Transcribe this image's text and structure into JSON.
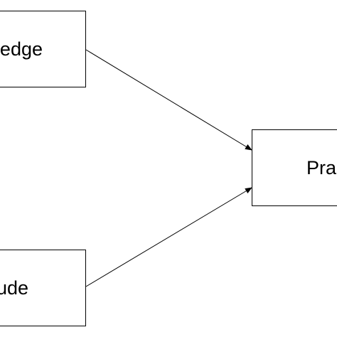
{
  "diagram": {
    "nodes": [
      {
        "id": "knowledge",
        "label": "edge"
      },
      {
        "id": "attitude",
        "label": "ude"
      },
      {
        "id": "practice",
        "label": "Pra"
      }
    ],
    "edges": [
      {
        "from": "knowledge",
        "to": "practice"
      },
      {
        "from": "attitude",
        "to": "practice"
      }
    ],
    "colors": {
      "stroke": "#000000",
      "background": "#ffffff"
    }
  }
}
